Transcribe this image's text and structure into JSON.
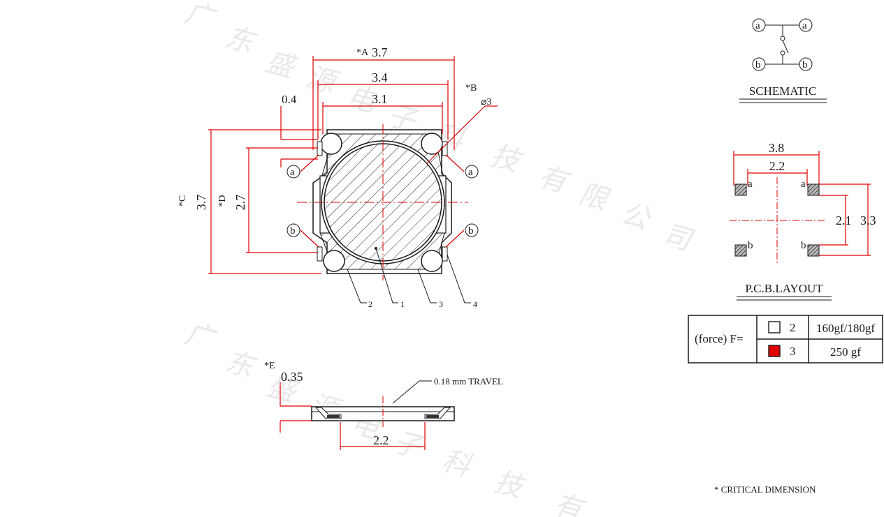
{
  "watermark": {
    "upper": [
      "广",
      "东",
      "盛",
      "源",
      "电",
      "子",
      "科",
      "技",
      "有",
      "限",
      "公",
      "司"
    ],
    "lower": [
      "广",
      "东",
      "盛",
      "源",
      "电",
      "子",
      "科",
      "技",
      "有"
    ]
  },
  "top_view": {
    "dim_a_prefix": "*A",
    "dim_a": "3.7",
    "dim_34": "3.4",
    "dim_31": "3.1",
    "dim_04": "0.4",
    "dim_b_prefix": "*B",
    "dim_b_sub": "⌀3",
    "dim_c": "*C",
    "dim_c_val": "3.7",
    "dim_d": "*D",
    "dim_d_val": "2.7",
    "terminal_a": "a",
    "terminal_b": "b",
    "callout_1": "1",
    "callout_2": "2",
    "callout_3": "3",
    "callout_4": "4"
  },
  "side_view": {
    "dim_e_prefix": "*E",
    "dim_e": "0.35",
    "travel": "0.18 mm TRAVEL",
    "dim_22": "2.2"
  },
  "schematic": {
    "title": "SCHEMATIC",
    "a": "a",
    "b": "b"
  },
  "pcb": {
    "title": "P.C.B.LAYOUT",
    "dim_38": "3.8",
    "dim_22": "2.2",
    "dim_21": "2.1",
    "dim_33": "3.3",
    "a": "a",
    "b": "b"
  },
  "force_table": {
    "label": "(force) F=",
    "rows": [
      {
        "code": "2",
        "value": "160gf/180gf",
        "swatch": "#ffffff"
      },
      {
        "code": "3",
        "value": "250 gf",
        "swatch": "#e00000"
      }
    ]
  },
  "footnote": "* CRITICAL  DIMENSION"
}
